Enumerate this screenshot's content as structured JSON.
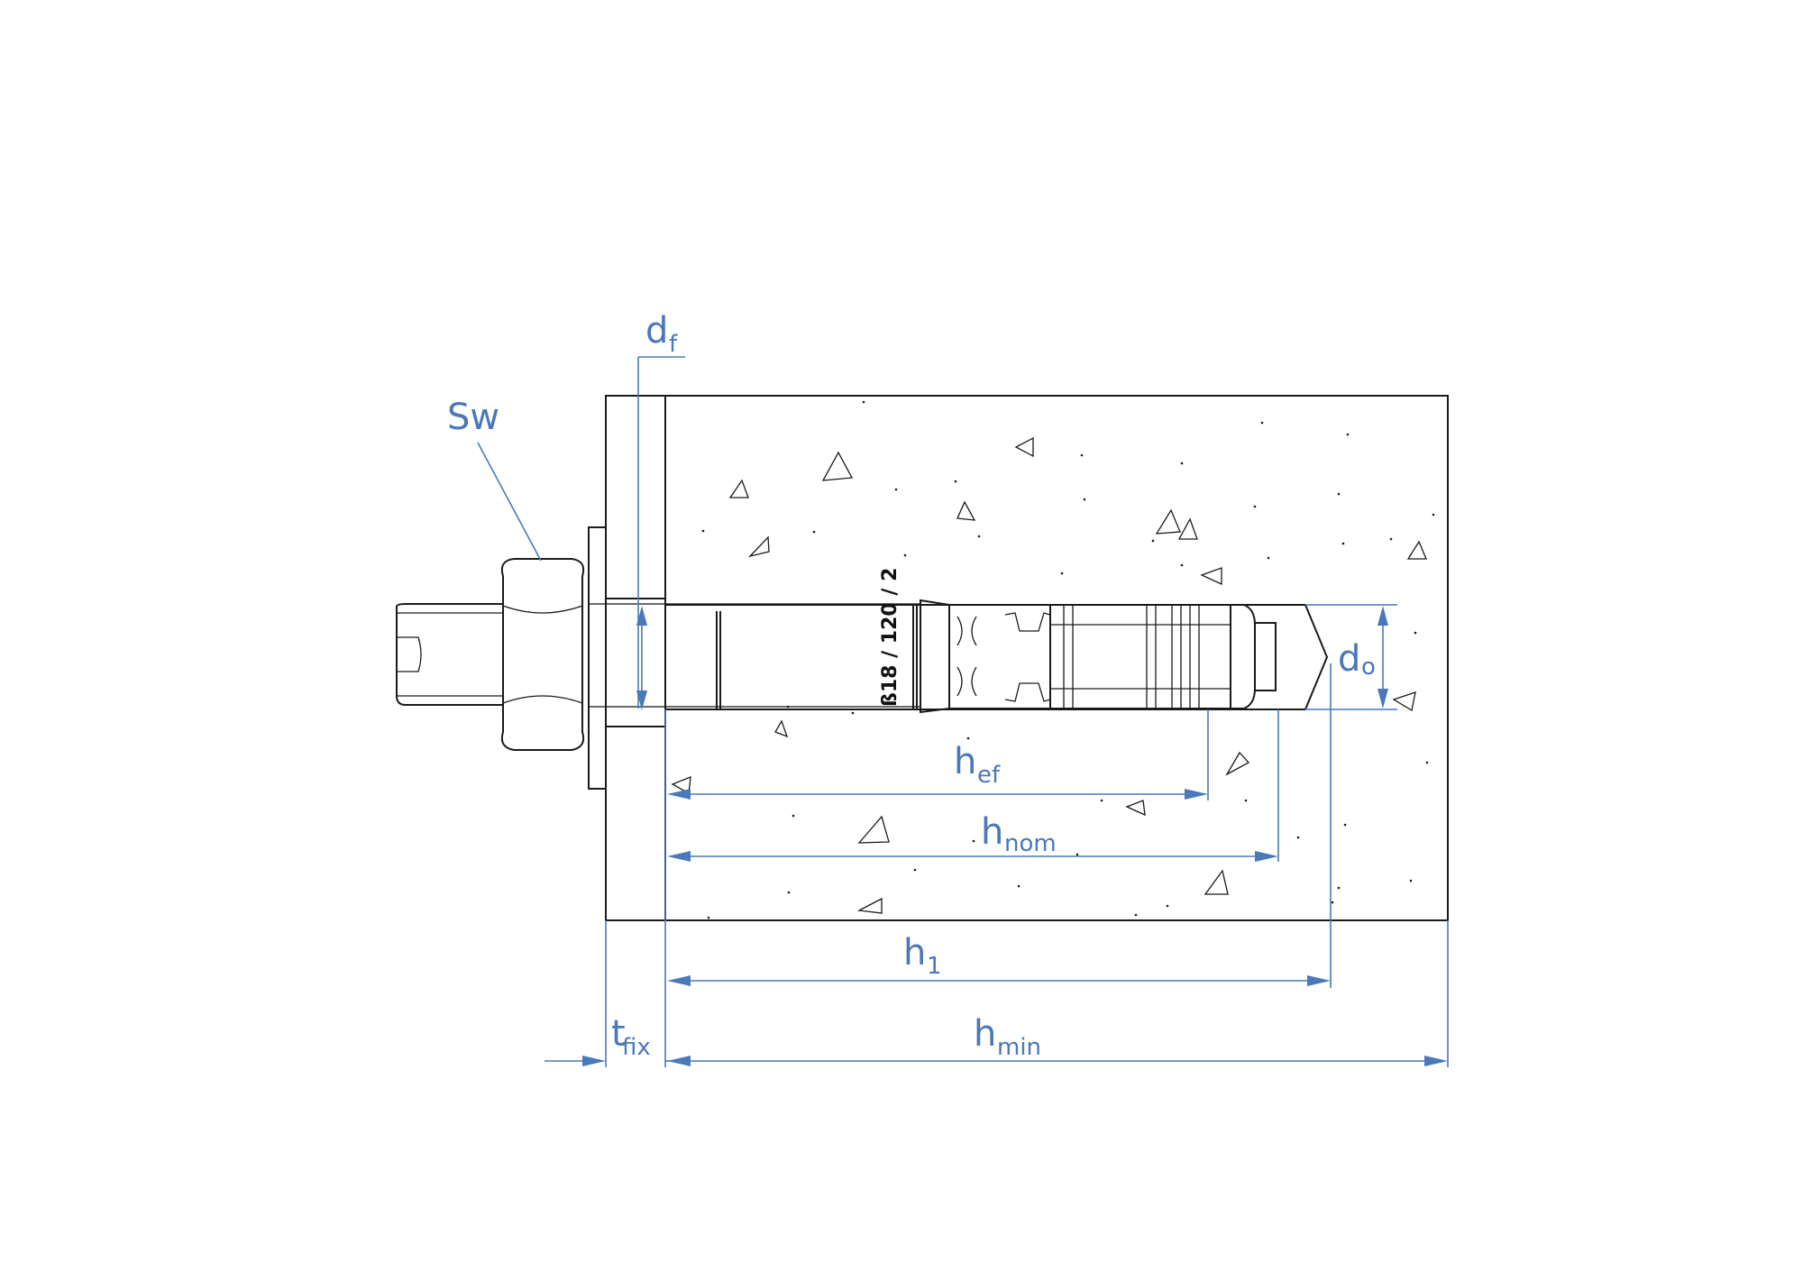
{
  "labels": {
    "sw": "Sw",
    "df_main": "d",
    "df_sub": "f",
    "do_main": "d",
    "do_sub": "o",
    "hef_main": "h",
    "hef_sub": "ef",
    "hnom_main": "h",
    "hnom_sub": "nom",
    "h1_main": "h",
    "h1_sub": "1",
    "hmin_main": "h",
    "hmin_sub": "min",
    "tfix_main": "t",
    "tfix_sub": "fix"
  },
  "anchor_marking": "ß18 / 120 / 2",
  "colors": {
    "dimension": "#4a78b8",
    "outline": "#1a1a1a",
    "background": "#ffffff"
  }
}
